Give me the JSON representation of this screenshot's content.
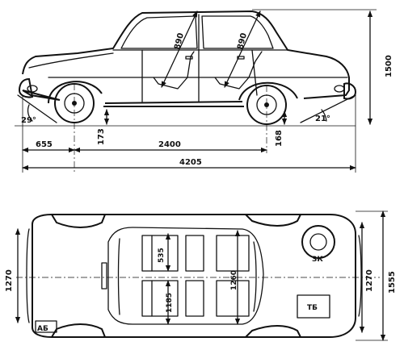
{
  "side_view": {
    "labels": {
      "rear_height": "890",
      "front_height": "890",
      "front_overhang": "655",
      "wheelbase": "2400",
      "overall_length": "4205",
      "overall_height": "1500",
      "ground_clearance": "173",
      "front_clearance": "168",
      "approach_angle": "29°",
      "departure_angle": "21°"
    }
  },
  "top_view": {
    "labels": {
      "rear_track": "1270",
      "front_track": "1270",
      "overall_width": "1555",
      "seat_length": "535",
      "rear_seat_length": "1185",
      "interior_width": "1260",
      "battery": "АБ",
      "tool_kit": "ЗК",
      "fuel_tank": "ТБ"
    }
  }
}
